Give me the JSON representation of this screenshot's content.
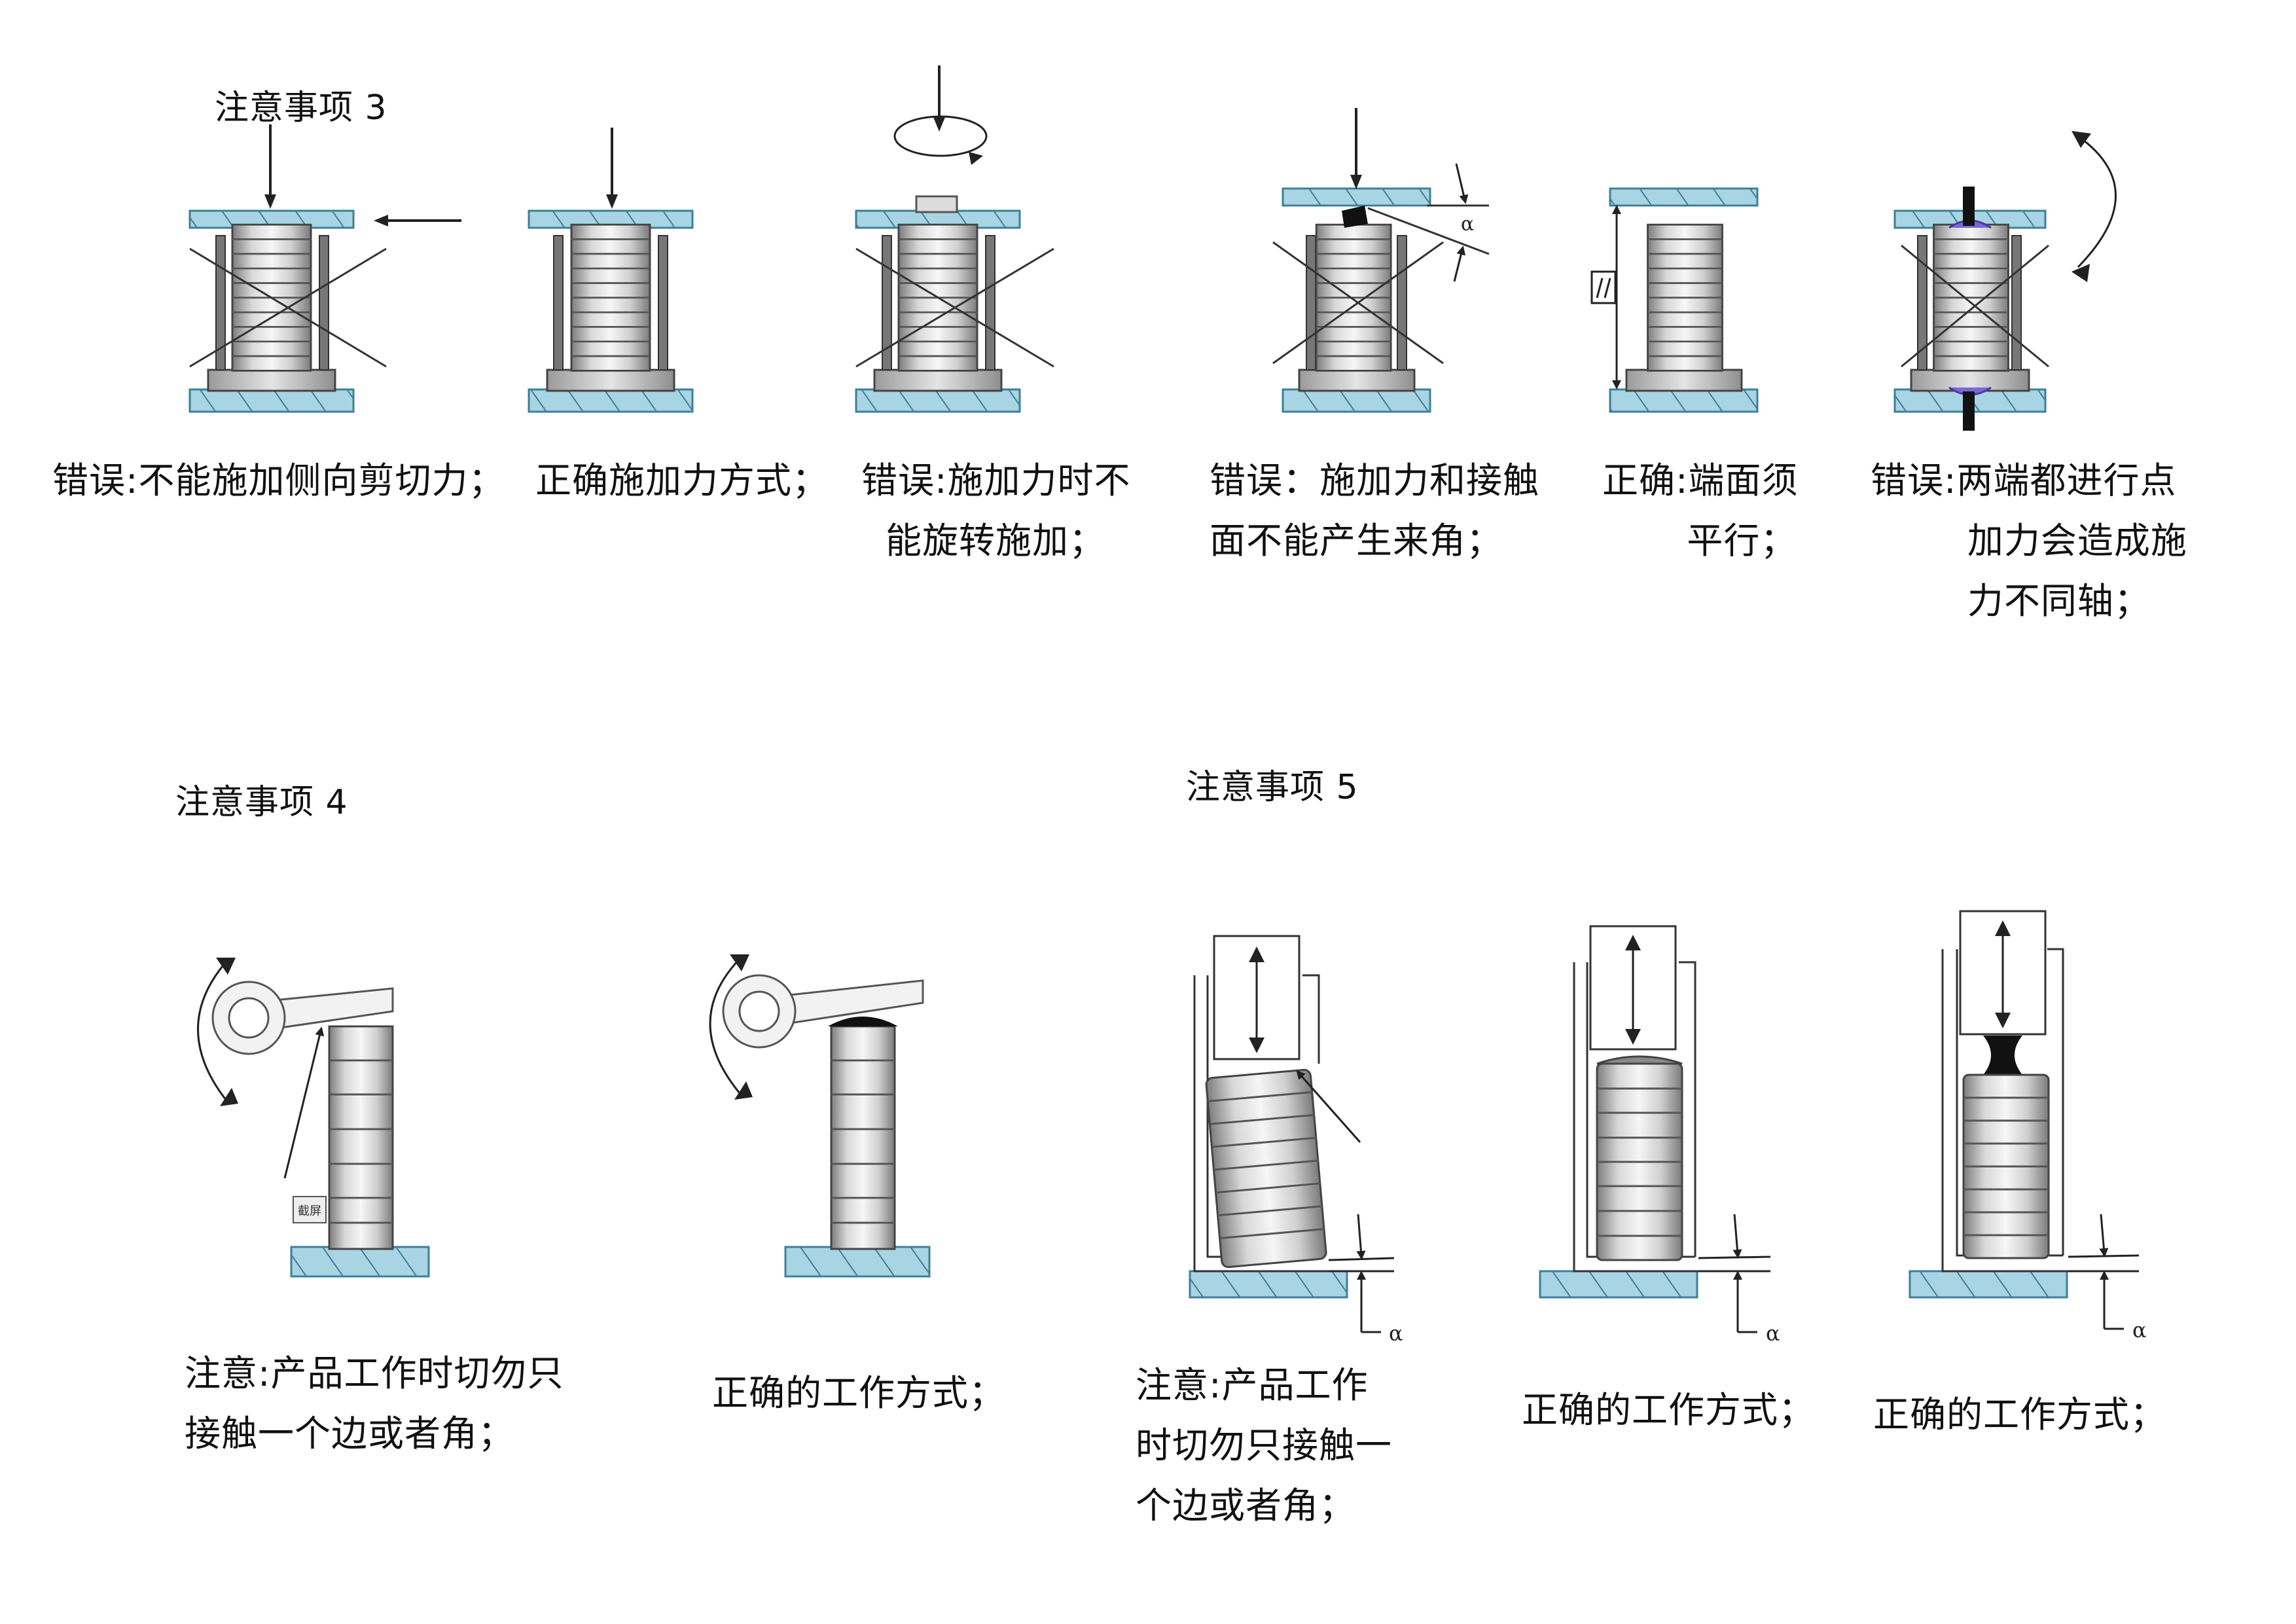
{
  "section3": {
    "title": "注意事项 3",
    "captions": [
      {
        "text": "错误:不能施加侧向剪切力；"
      },
      {
        "text": "正确施加力方式；"
      },
      {
        "text": "错误:施加力时不\n  能旋转施加；"
      },
      {
        "text": "错误：施加力和接触\n面不能产生来角；"
      },
      {
        "text": "正确:端面须\n       平行；"
      },
      {
        "text": "错误:两端都进行点\n        加力会造成施\n        力不同轴；"
      }
    ],
    "alpha_label": "α"
  },
  "section4": {
    "title": "注意事项 4",
    "captions": [
      {
        "text": "注意:产品工作时切勿只\n接触一个边或者角；"
      },
      {
        "text": "正确的工作方式；"
      }
    ],
    "tag_label": "截屏"
  },
  "section5": {
    "title": "注意事项 5",
    "captions": [
      {
        "text": "注意:产品工作\n时切勿只接触一\n个边或者角；"
      },
      {
        "text": "正确的工作方式；"
      },
      {
        "text": "正确的工作方式；"
      }
    ],
    "alpha_label": "α"
  },
  "colors": {
    "plate": "#a9d4e3",
    "plate_edge": "#3d7f98",
    "spring_dark": "#8a8a8a",
    "spring_light": "#f4f4f4",
    "line": "#2a2a2a",
    "accent_purple": "#7b68d8"
  }
}
